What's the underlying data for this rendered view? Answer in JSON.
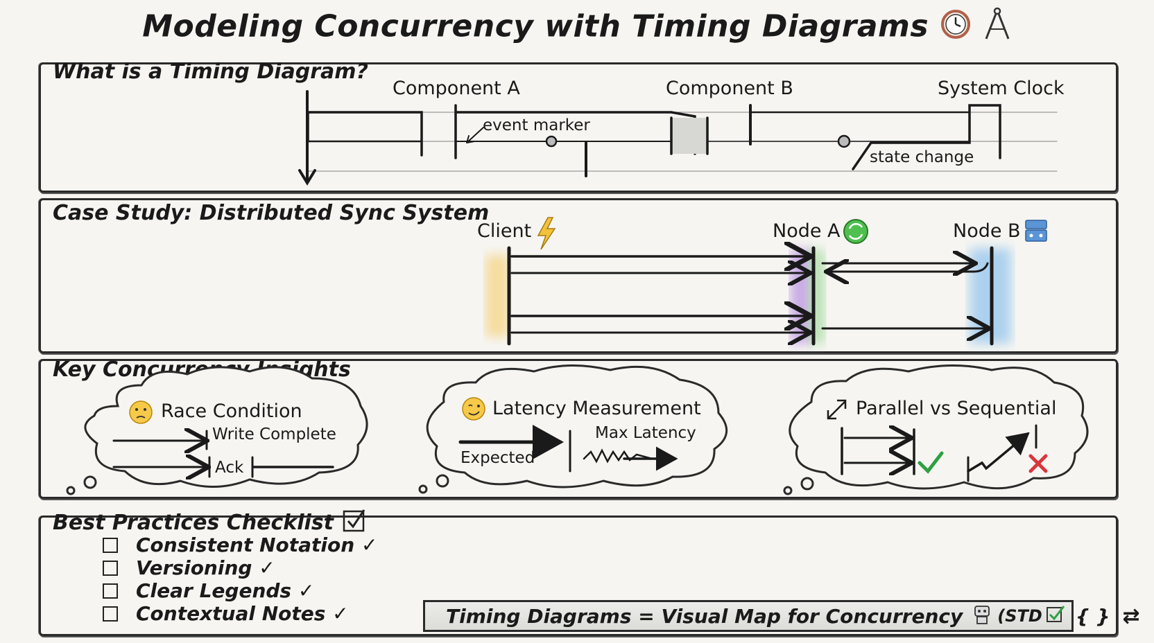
{
  "title": "Modeling Concurrency with Timing Diagrams",
  "section1": {
    "title": "What is a Timing Diagram?",
    "components": [
      "Component A",
      "Component B",
      "System Clock"
    ],
    "annotations": {
      "event_marker": "event marker",
      "state_change": "state change"
    }
  },
  "section2": {
    "title": "Case Study: Distributed Sync System",
    "nodes": {
      "client": "Client",
      "node_a": "Node A",
      "node_b": "Node B"
    }
  },
  "section3": {
    "title": "Key Concurrency Insights",
    "race": {
      "title": "Race Condition",
      "write": "Write Complete",
      "ack": "Ack"
    },
    "latency": {
      "title": "Latency Measurement",
      "expected": "Expected",
      "max": "Max Latency"
    },
    "parallel": {
      "title": "Parallel vs Sequential"
    }
  },
  "section4": {
    "title": "Best Practices Checklist",
    "items": [
      "Consistent Notation ✓",
      "Versioning ✓",
      "Clear Legends ✓",
      "Contextual Notes ✓"
    ]
  },
  "banner": {
    "text": "Timing Diagrams = Visual Map for Concurrency",
    "trail": "(STD"
  },
  "colors": {
    "client_glow": "#f5d27a",
    "node_a_glow": "#b48be0",
    "node_a_green": "#8fd48a",
    "node_b_glow": "#8ec3ee",
    "check_green": "#2ea043",
    "cross_red": "#d9363e"
  }
}
